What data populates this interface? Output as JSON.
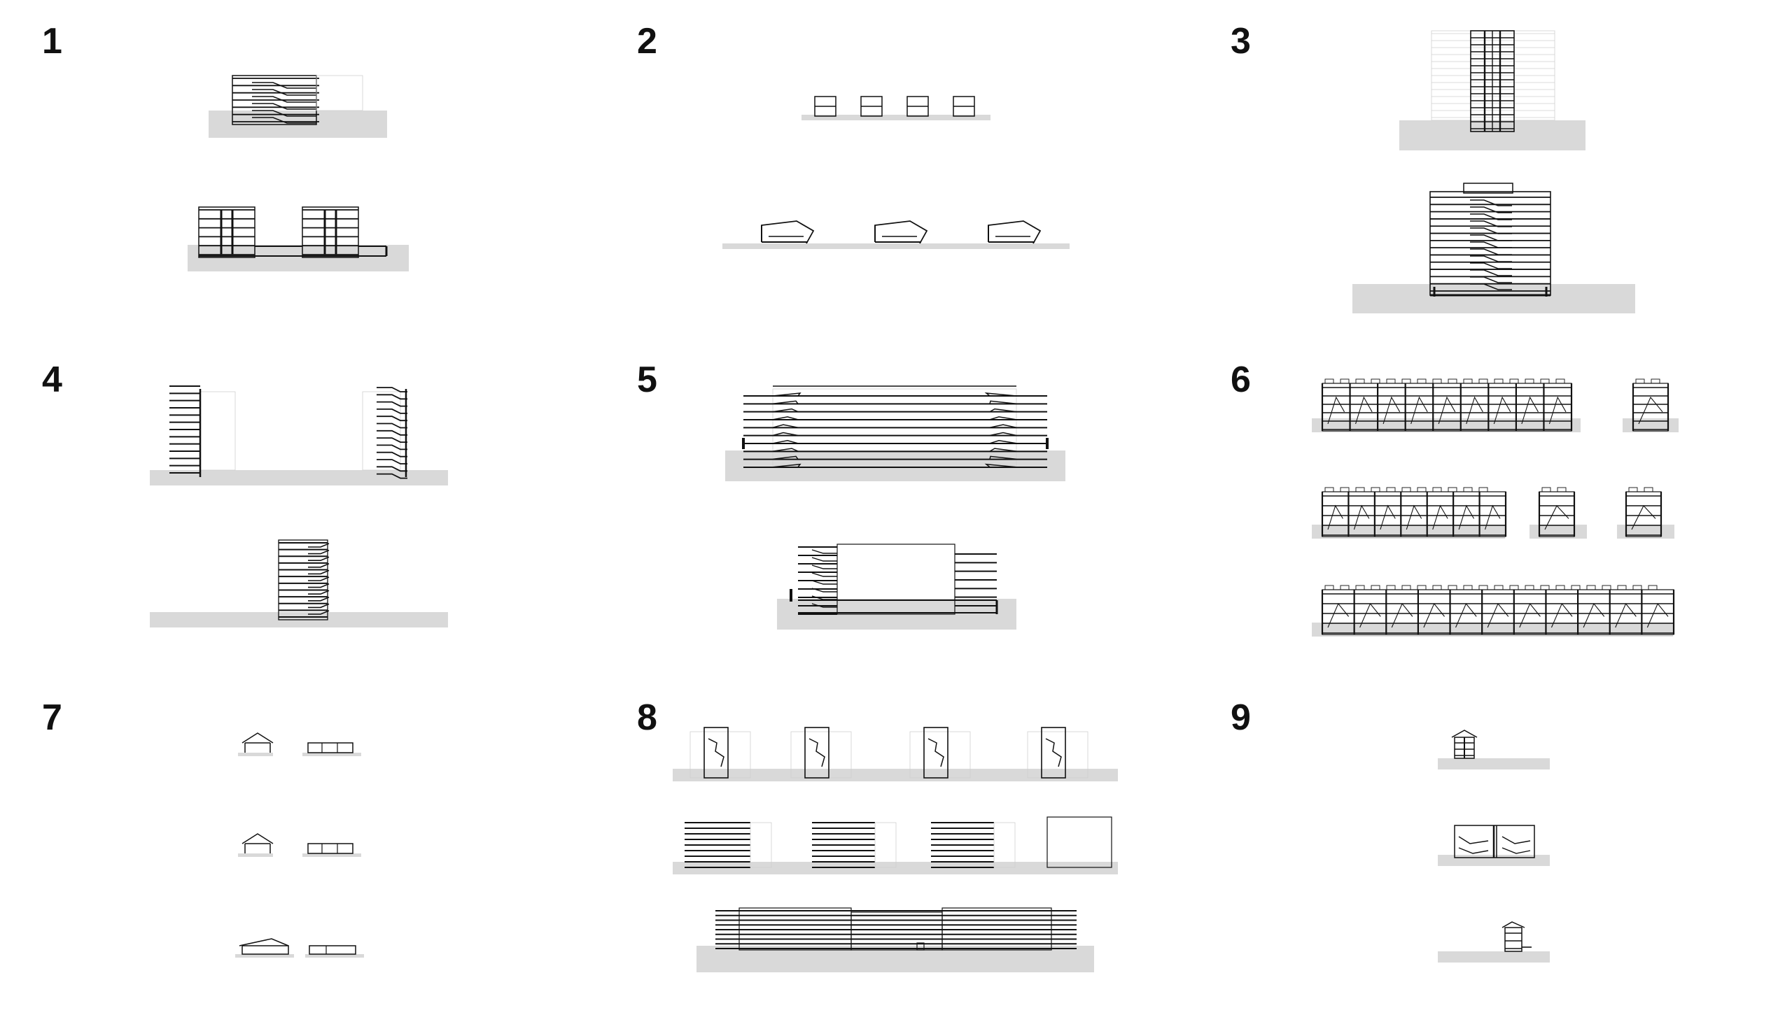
{
  "panels": [
    {
      "number": "1"
    },
    {
      "number": "2"
    },
    {
      "number": "3"
    },
    {
      "number": "4"
    },
    {
      "number": "5"
    },
    {
      "number": "6"
    },
    {
      "number": "7"
    },
    {
      "number": "8"
    },
    {
      "number": "9"
    }
  ],
  "colors": {
    "ground": "#d9d9d9",
    "ink": "#111111",
    "ghost": "#cfcfcf",
    "background": "#ffffff"
  }
}
